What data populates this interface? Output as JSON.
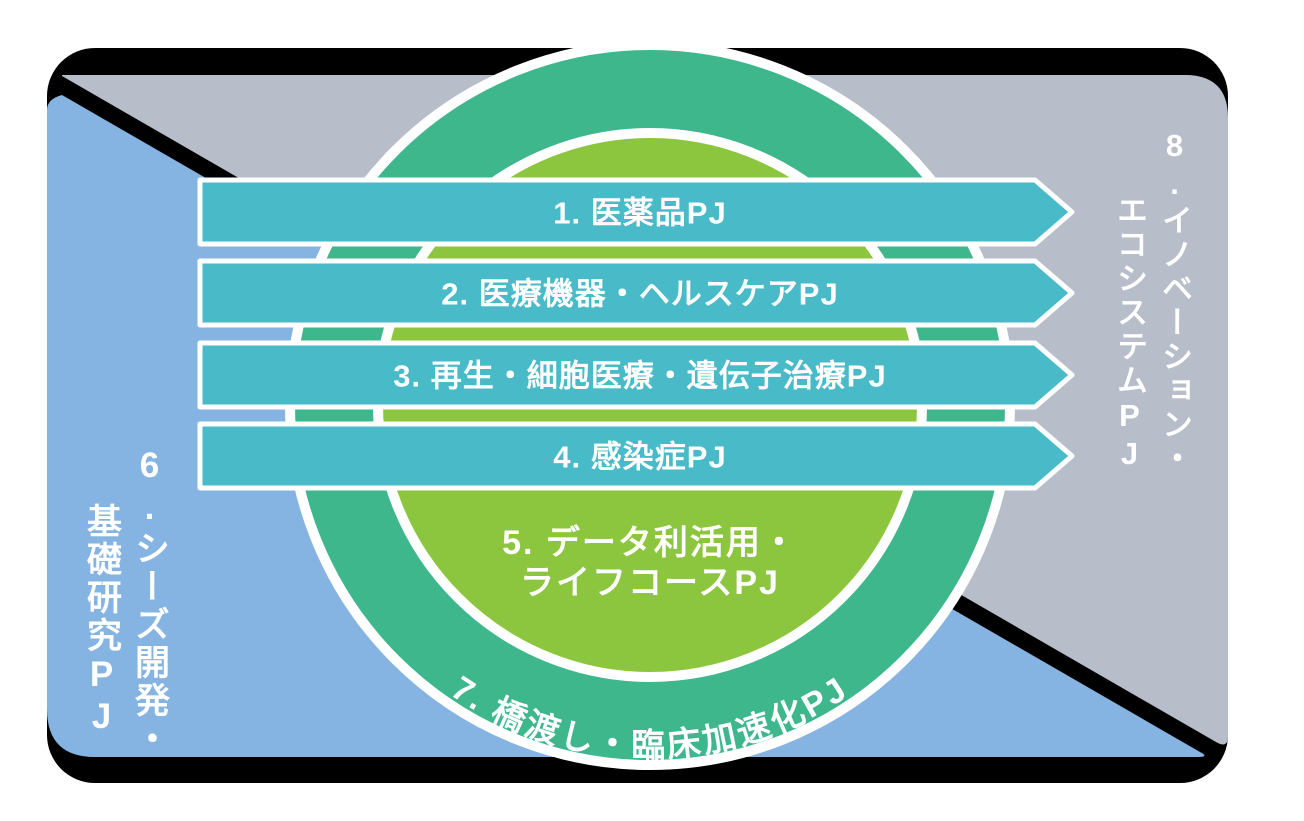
{
  "diagram": {
    "arrows": [
      {
        "label": "1. 医薬品PJ"
      },
      {
        "label": "2. 医療機器・ヘルスケアPJ"
      },
      {
        "label": "3. 再生・細胞医療・遺伝子治療PJ"
      },
      {
        "label": "4. 感染症PJ"
      }
    ],
    "center_circle": {
      "line1": "5. データ利活用・",
      "line2": "ライフコースPJ"
    },
    "ring_label": "7. 橋渡し・臨床加速化PJ",
    "left_band": {
      "line1": "6.シーズ開発・",
      "line2": "基礎研究PJ"
    },
    "right_band": {
      "line1": "8.イノベーション・",
      "line2": "エコシステムPJ"
    },
    "colors": {
      "backdrop_shadow": "#000000",
      "left_band_blue": "#85B4E2",
      "right_band_gray": "#B7BECA",
      "ring_green": "#3EB78D",
      "inner_circle_green": "#8CC63F",
      "arrow_teal": "#48BAC8",
      "text_white": "#FFFFFF"
    }
  }
}
